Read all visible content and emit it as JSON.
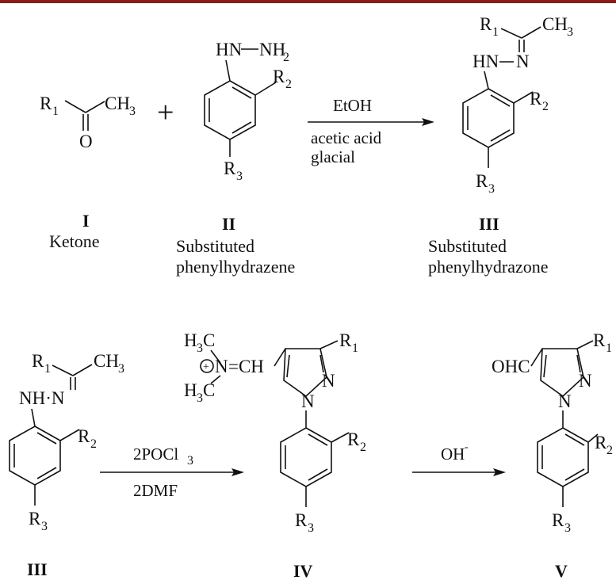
{
  "reagents": {
    "step1_above": "EtOH",
    "step1_below_1": "acetic acid",
    "step1_below_2": "glacial",
    "step2_above": "2POCl",
    "step2_above_sub": "3",
    "step2_below": "2DMF",
    "step3_above": "OH",
    "step3_above_sup": "-"
  },
  "labels": {
    "plus": "+",
    "i_numeral": "I",
    "i_name": "Ketone",
    "ii_numeral": "II",
    "ii_name_1": "Substituted",
    "ii_name_2": "phenylhydrazene",
    "iii_numeral": "III",
    "iii_name_1": "Substituted",
    "iii_name_2": "phenylhydrazone",
    "iii_b_numeral": "III",
    "iv_numeral": "IV",
    "v_numeral": "V"
  },
  "atoms": {
    "R": "R",
    "sub_1": "1",
    "sub_2": "2",
    "sub_3": "3",
    "CH": "CH",
    "H": "H",
    "C": "C",
    "O": "O",
    "N": "N",
    "HN": "HN",
    "NH": "NH",
    "NH_dot_N": "NH·N",
    "NH2_prefix": "HN",
    "NH2_mid": "NH",
    "eq_CH": "=CH",
    "OHC": "OHC",
    "plus_circle": "+"
  }
}
